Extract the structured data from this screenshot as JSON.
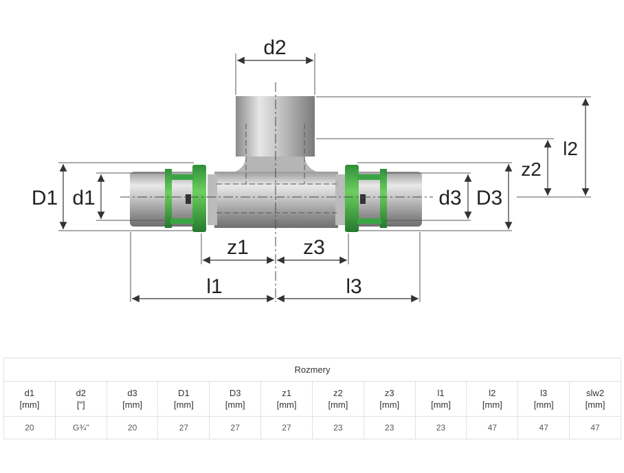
{
  "drawing": {
    "labels": {
      "d2": "d2",
      "D1": "D1",
      "d1": "d1",
      "d3": "d3",
      "D3": "D3",
      "z1": "z1",
      "z3": "z3",
      "z2": "z2",
      "l1": "l1",
      "l2": "l2",
      "l3": "l3"
    }
  },
  "table": {
    "title": "Rozmery",
    "columns": [
      {
        "name": "d1",
        "unit": "[mm]"
      },
      {
        "name": "d2",
        "unit": "[\"]"
      },
      {
        "name": "d3",
        "unit": "[mm]"
      },
      {
        "name": "D1",
        "unit": "[mm]"
      },
      {
        "name": "D3",
        "unit": "[mm]"
      },
      {
        "name": "z1",
        "unit": "[mm]"
      },
      {
        "name": "z2",
        "unit": "[mm]"
      },
      {
        "name": "z3",
        "unit": "[mm]"
      },
      {
        "name": "l1",
        "unit": "[mm]"
      },
      {
        "name": "l2",
        "unit": "[mm]"
      },
      {
        "name": "l3",
        "unit": "[mm]"
      },
      {
        "name": "slw2",
        "unit": "[mm]"
      }
    ],
    "rows": [
      [
        "20",
        "G¾\"",
        "20",
        "27",
        "27",
        "27",
        "23",
        "23",
        "23",
        "47",
        "47",
        "47"
      ]
    ]
  }
}
